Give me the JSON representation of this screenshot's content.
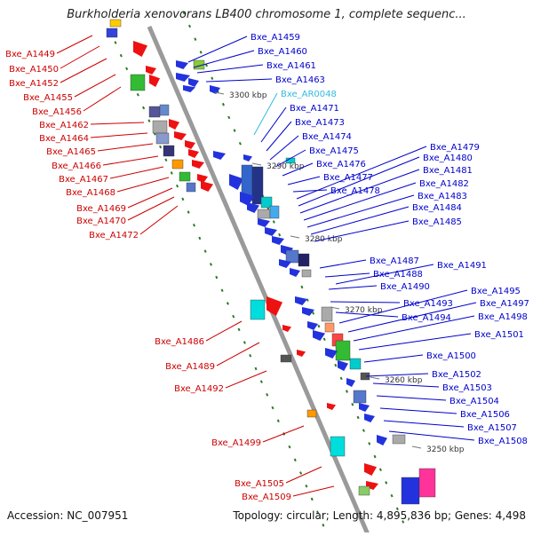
{
  "title": "Burkholderia xenovorans LB400 chromosome 1, complete sequenc...",
  "footer": {
    "accession": "Accession: NC_007951",
    "summary": "Topology: circular; Length: 4,895,836 bp; Genes: 4,498"
  },
  "colors": {
    "backbone": "#9a9a9a",
    "label_right": "#0000cc",
    "label_left": "#cc0000",
    "label_rna": "#33bbdd",
    "tick": "#2a7a2a"
  },
  "scale_labels": [
    "3300 kbp",
    "3290 kbp",
    "3280 kbp",
    "3270 kbp",
    "3260 kbp",
    "3250 kbp"
  ],
  "labels_right": [
    "Bxe_A1459",
    "Bxe_A1460",
    "Bxe_A1461",
    "Bxe_A1463",
    "Bxe_AR0048",
    "Bxe_A1471",
    "Bxe_A1473",
    "Bxe_A1474",
    "Bxe_A1475",
    "Bxe_A1476",
    "Bxe_A1477",
    "Bxe_A1478",
    "Bxe_A1479",
    "Bxe_A1480",
    "Bxe_A1481",
    "Bxe_A1482",
    "Bxe_A1483",
    "Bxe_A1484",
    "Bxe_A1485",
    "Bxe_A1487",
    "Bxe_A1488",
    "Bxe_A1490",
    "Bxe_A1491",
    "Bxe_A1493",
    "Bxe_A1494",
    "Bxe_A1495",
    "Bxe_A1497",
    "Bxe_A1498",
    "Bxe_A1501",
    "Bxe_A1500",
    "Bxe_A1502",
    "Bxe_A1503",
    "Bxe_A1504",
    "Bxe_A1506",
    "Bxe_A1507",
    "Bxe_A1508"
  ],
  "labels_left": [
    "Bxe_A1449",
    "Bxe_A1450",
    "Bxe_A1452",
    "Bxe_A1455",
    "Bxe_A1456",
    "Bxe_A1462",
    "Bxe_A1464",
    "Bxe_A1465",
    "Bxe_A1466",
    "Bxe_A1467",
    "Bxe_A1468",
    "Bxe_A1469",
    "Bxe_A1470",
    "Bxe_A1472",
    "Bxe_A1486",
    "Bxe_A1489",
    "Bxe_A1492",
    "Bxe_A1499",
    "Bxe_A1505",
    "Bxe_A1509"
  ]
}
